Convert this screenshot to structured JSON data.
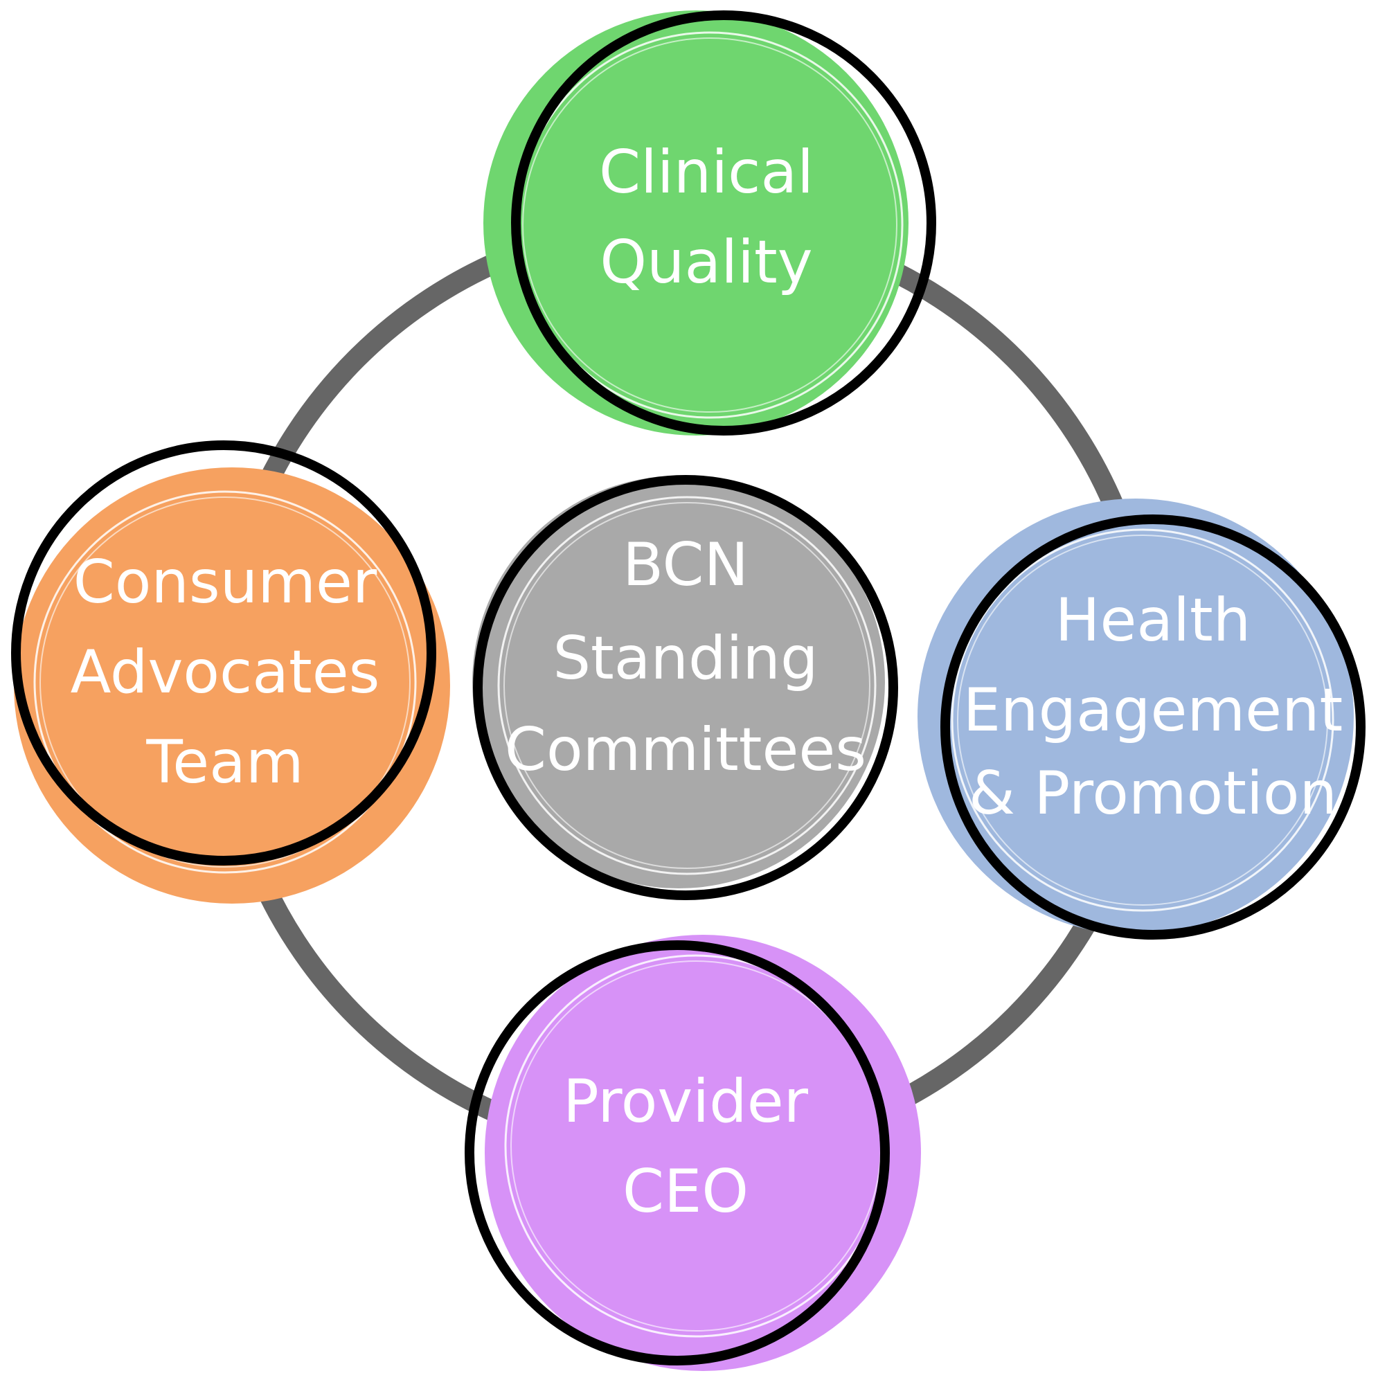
{
  "diagram": {
    "ring_color": "#666666",
    "outline_color": "#000000",
    "text_color": "#ffffff",
    "nodes": {
      "clinical": {
        "lines": [
          "Clinical",
          "Quality"
        ],
        "fill": "#6fd66f"
      },
      "consumer": {
        "lines": [
          "Consumer",
          "Advocates",
          "Team"
        ],
        "fill": "#f6a160"
      },
      "center": {
        "lines": [
          "BCN",
          "Standing",
          "Committees"
        ],
        "fill": "#a9a9a9"
      },
      "health": {
        "lines": [
          "Health",
          "Engagement",
          "& Promotion"
        ],
        "fill": "#9fb8de"
      },
      "provider": {
        "lines": [
          "Provider",
          "CEO"
        ],
        "fill": "#d792f7"
      }
    }
  }
}
